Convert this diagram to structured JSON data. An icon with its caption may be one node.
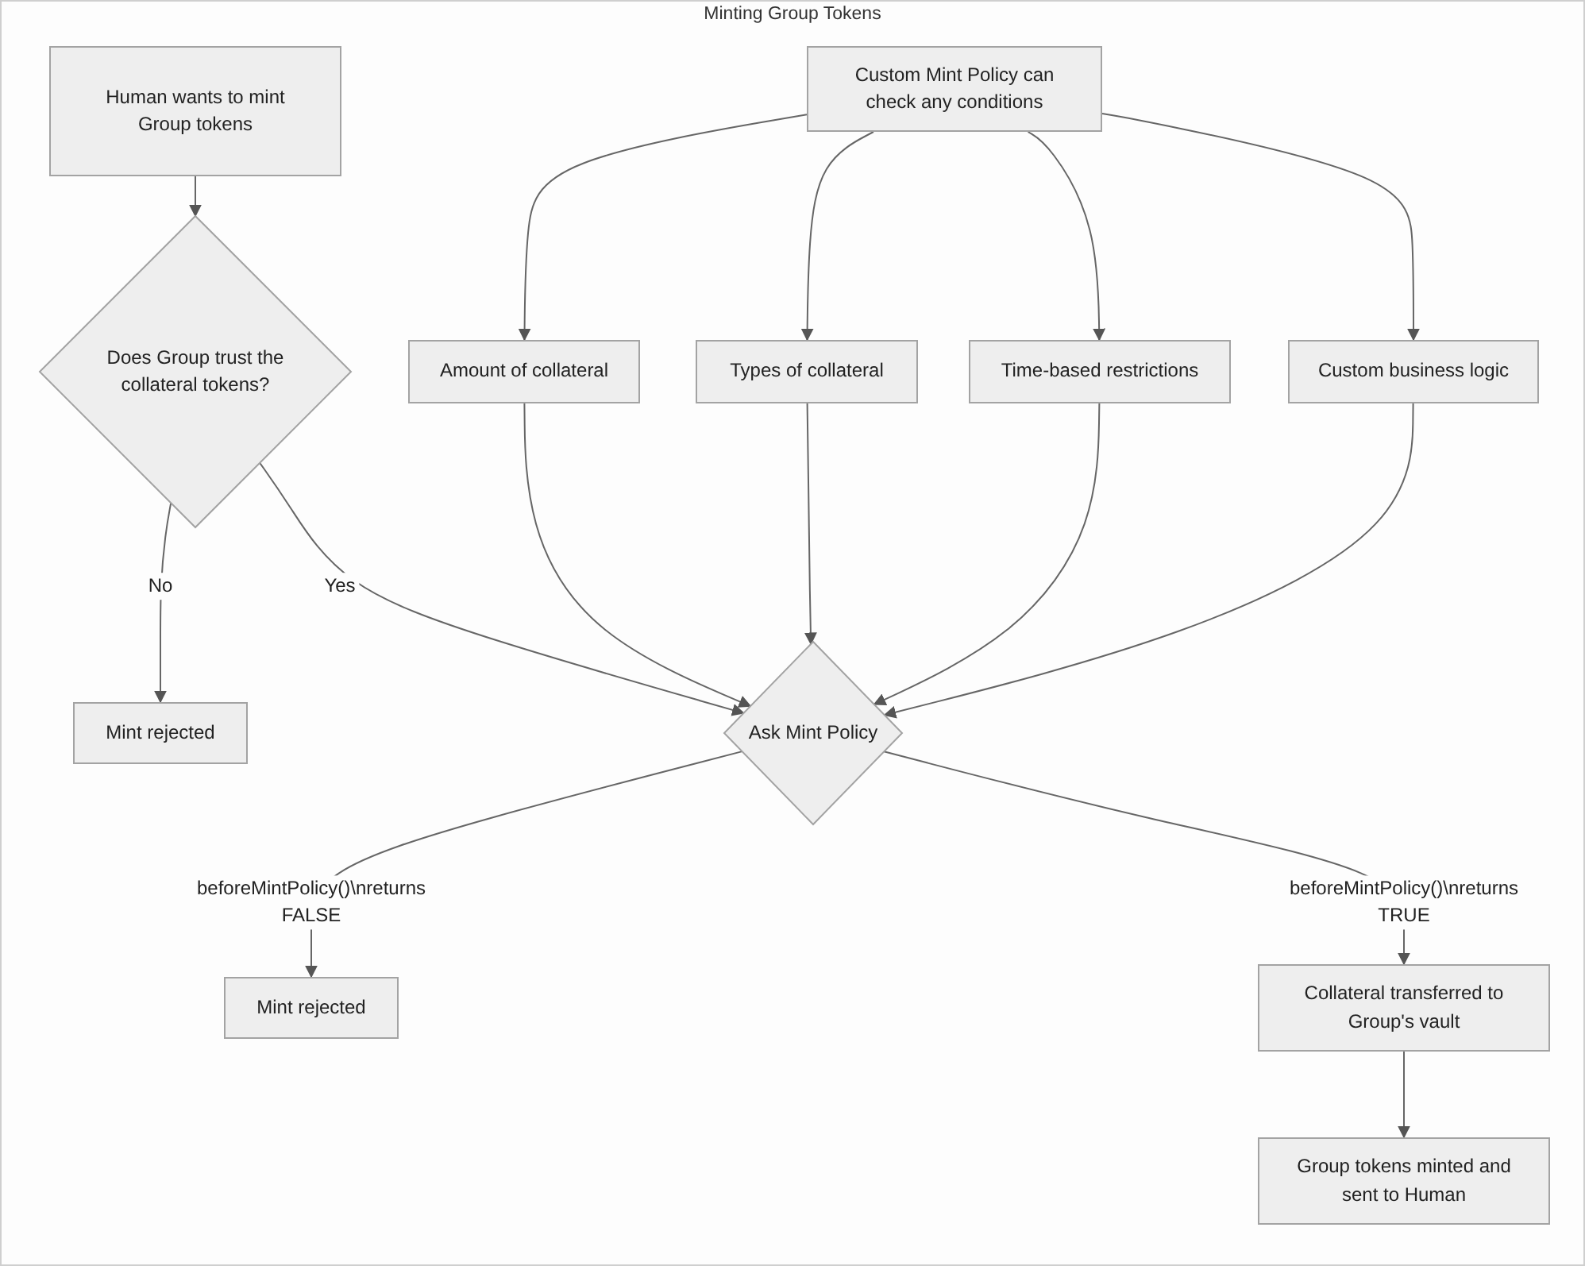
{
  "diagram": {
    "title": "Minting Group Tokens",
    "nodes": [
      {
        "text": [
          "Human wants to mint Group tokens"
        ]
      },
      {
        "text": [
          "Does Group trust the collateral tokens?"
        ]
      },
      {
        "text": [
          "Mint rejected"
        ]
      },
      {
        "text": [
          "Custom Mint Policy can check any conditions"
        ]
      },
      {
        "text": [
          "Amount of collateral"
        ]
      },
      {
        "text": [
          "Types of collateral"
        ]
      },
      {
        "text": [
          "Time-based restrictions"
        ]
      },
      {
        "text": [
          "Custom business logic"
        ]
      },
      {
        "text": [
          "Ask Mint Policy"
        ]
      },
      {
        "text": [
          "Mint rejected"
        ]
      },
      {
        "text": [
          "Collateral transferred to Group's vault"
        ]
      },
      {
        "text": [
          "Group tokens minted and sent to Human"
        ]
      }
    ],
    "edges": [
      {
        "from": 0,
        "to": 1,
        "arrow": "to"
      },
      {
        "from": 1,
        "to": 2,
        "arrow": "to",
        "label": "No"
      },
      {
        "from": 1,
        "to": 8,
        "arrow": "to",
        "label": "Yes"
      },
      {
        "from": 3,
        "to": 4,
        "arrow": "to"
      },
      {
        "from": 3,
        "to": 5,
        "arrow": "to"
      },
      {
        "from": 3,
        "to": 6,
        "arrow": "to"
      },
      {
        "from": 3,
        "to": 7,
        "arrow": "to"
      },
      {
        "from": 4,
        "to": 8,
        "arrow": "to"
      },
      {
        "from": 5,
        "to": 8,
        "arrow": "to"
      },
      {
        "from": 6,
        "to": 8,
        "arrow": "to"
      },
      {
        "from": 7,
        "to": 8,
        "arrow": "to"
      },
      {
        "from": 8,
        "to": 9,
        "arrow": "to",
        "label": "beforeMintPolicy()\\nreturns FALSE"
      },
      {
        "from": 8,
        "to": 10,
        "arrow": "to",
        "label": "beforeMintPolicy()\\nreturns TRUE"
      },
      {
        "from": 10,
        "to": 11,
        "arrow": "to"
      }
    ]
  }
}
